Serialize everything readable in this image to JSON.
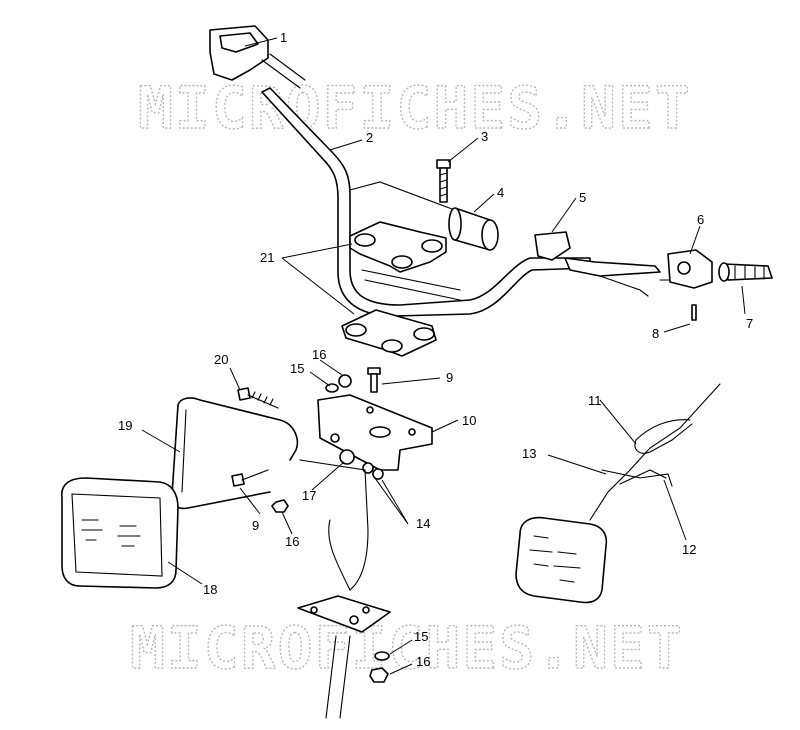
{
  "watermark_text": "MICROFICHES.NET",
  "labels": {
    "p1": "1",
    "p2": "2",
    "p3": "3",
    "p4": "4",
    "p5": "5",
    "p6": "6",
    "p7": "7",
    "p8": "8",
    "p9a": "9",
    "p9b": "9",
    "p10": "10",
    "p11": "11",
    "p12": "12",
    "p13": "13",
    "p14": "14",
    "p15a": "15",
    "p15b": "15",
    "p16a": "16",
    "p16b": "16",
    "p16c": "16",
    "p17": "17",
    "p18": "18",
    "p19": "19",
    "p20": "20",
    "p21": "21"
  }
}
